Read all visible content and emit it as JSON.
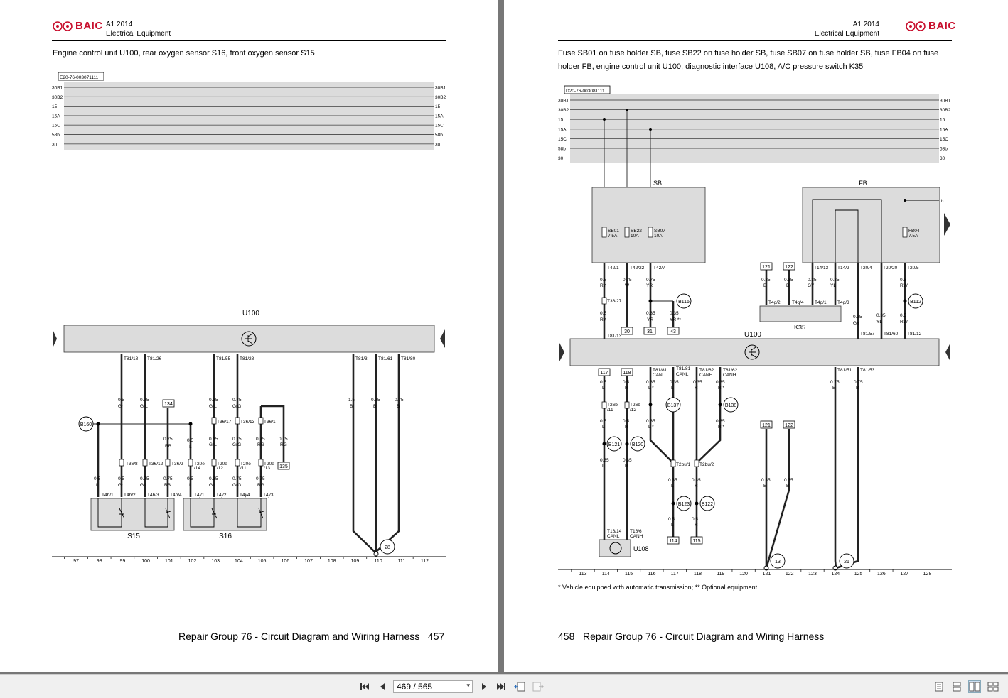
{
  "left_page": {
    "logo": "BAIC",
    "model": "A1 2014",
    "section": "Electrical Equipment",
    "title": "Engine control unit U100, rear oxygen sensor S16, front oxygen sensor S15",
    "diagram_code": "E20-76-003071111",
    "rails": [
      "30B1",
      "30B2",
      "15",
      "15A",
      "15C",
      "58b",
      "30"
    ],
    "ecu": "U100",
    "sensors": [
      "S15",
      "S16"
    ],
    "grid_numbers": [
      "97",
      "98",
      "99",
      "100",
      "101",
      "102",
      "103",
      "104",
      "105",
      "106",
      "107",
      "108",
      "109",
      "110",
      "111",
      "112"
    ],
    "footer_text": "Repair Group 76 - Circuit Diagram and Wiring Harness",
    "page_number": "457"
  },
  "right_page": {
    "logo": "BAIC",
    "model": "A1 2014",
    "section": "Electrical Equipment",
    "title_line1": "Fuse SB01 on fuse holder SB, fuse SB22 on fuse holder SB, fuse SB07 on fuse holder SB, fuse FB04 on fuse",
    "title_line2": "holder FB, engine control unit U100, diagnostic interface U108, A/C pressure switch K35",
    "diagram_code": "D20-76-003081111",
    "rails": [
      "30B1",
      "30B2",
      "15",
      "15A",
      "15C",
      "58b",
      "30"
    ],
    "fuse_holders": [
      "SB",
      "FB"
    ],
    "ecu": "U100",
    "switch": "K35",
    "diag_interface": "U108",
    "grid_numbers": [
      "113",
      "114",
      "115",
      "116",
      "117",
      "118",
      "119",
      "120",
      "121",
      "122",
      "123",
      "124",
      "125",
      "126",
      "127",
      "128"
    ],
    "note": "* Vehicle equipped with automatic transmission; ** Optional equipment",
    "footer_text": "Repair Group 76 - Circuit Diagram and Wiring Harness",
    "page_number": "458"
  },
  "toolbar": {
    "page_indicator": "469 / 565"
  }
}
